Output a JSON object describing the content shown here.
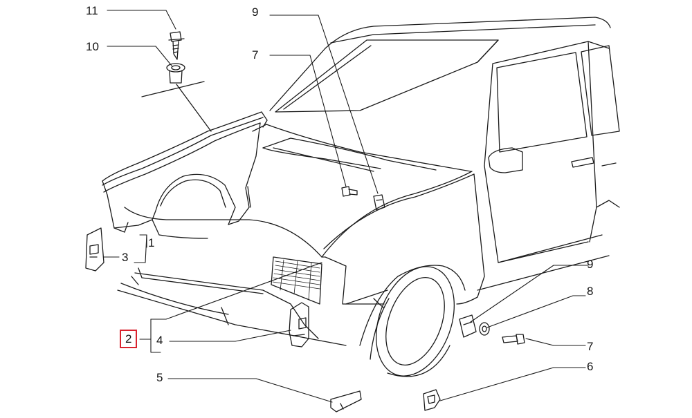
{
  "diagram": {
    "highlight_color": "#d9232e",
    "line_color": "#1a1a1a",
    "callouts": {
      "c11": "11",
      "c10": "10",
      "c9_top": "9",
      "c7_top": "7",
      "c1": "1",
      "c3": "3",
      "c2": "2",
      "c4": "4",
      "c5": "5",
      "c9_right": "9",
      "c8": "8",
      "c7_right": "7",
      "c6": "6"
    }
  }
}
